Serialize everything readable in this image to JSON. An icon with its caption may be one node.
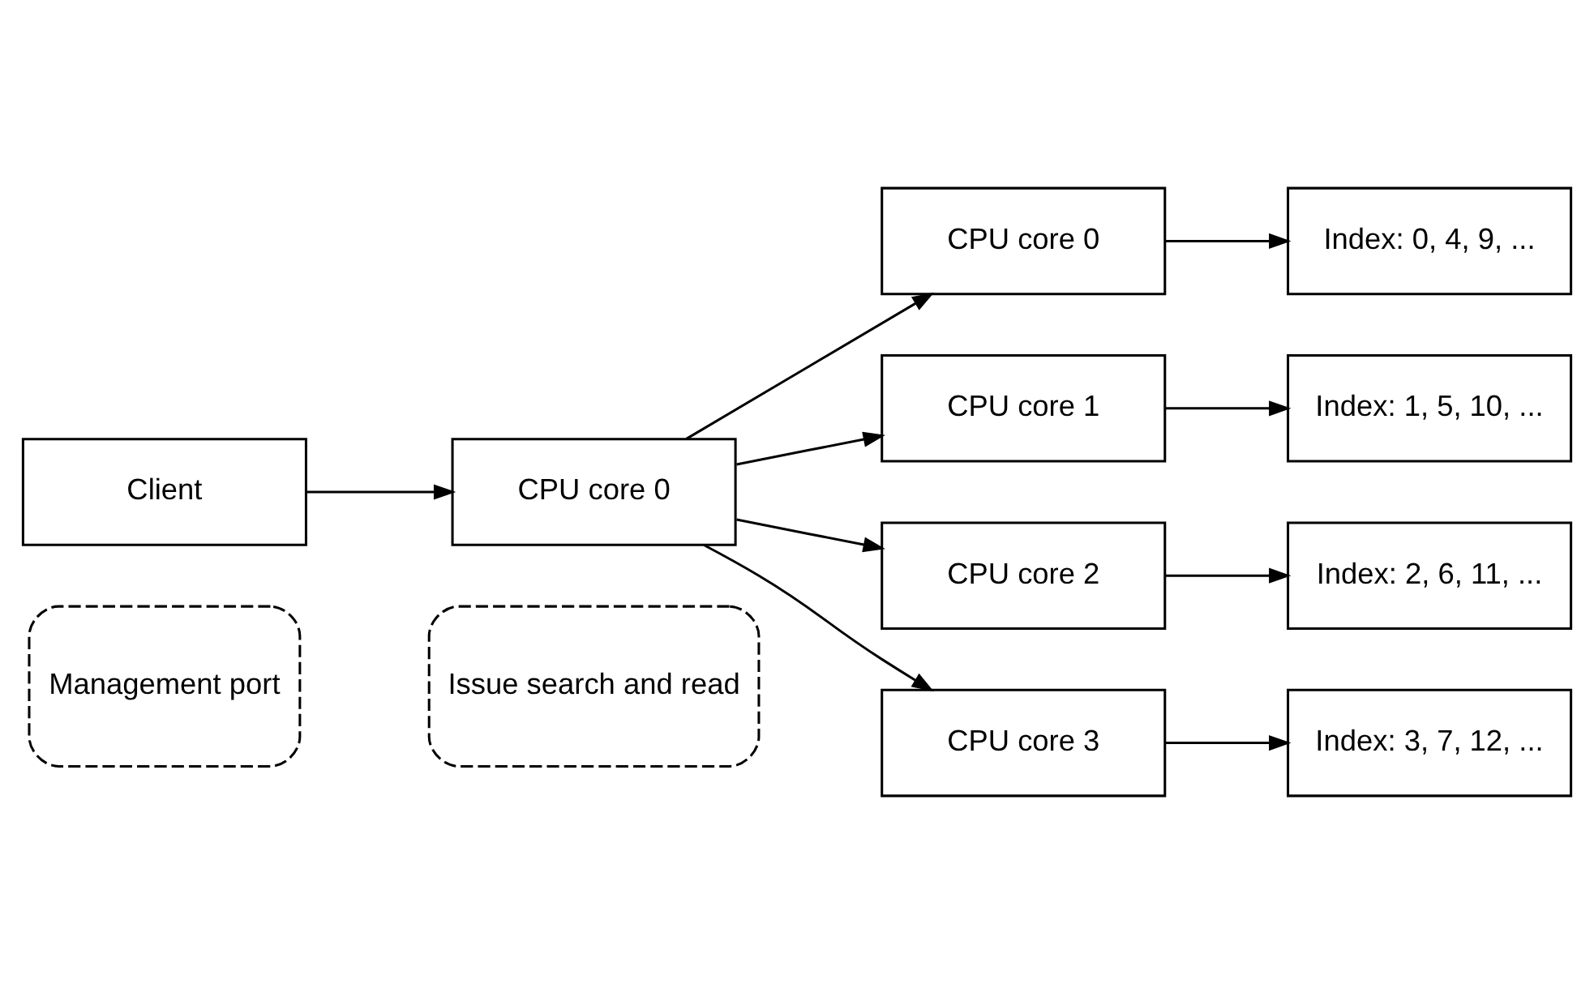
{
  "diagram": {
    "nodes": [
      {
        "text": [
          "Management port"
        ]
      },
      {
        "text": [
          "Issue search and read"
        ]
      },
      {
        "text": [
          "Client"
        ]
      },
      {
        "text": [
          "CPU core 0"
        ]
      },
      {
        "text": [
          "CPU core 0"
        ]
      },
      {
        "text": [
          "CPU core 1"
        ]
      },
      {
        "text": [
          "CPU core 2"
        ]
      },
      {
        "text": [
          "CPU core 3"
        ]
      },
      {
        "text": [
          "Index: 0, 4, 9, ..."
        ]
      },
      {
        "text": [
          "Index: 1, 5, 10, ..."
        ]
      },
      {
        "text": [
          "Index: 2, 6, 11, ..."
        ]
      },
      {
        "text": [
          "Index: 3, 7, 12, ..."
        ]
      }
    ],
    "edges": [
      {
        "from": 2,
        "to": 3,
        "arrow": "to"
      },
      {
        "from": 3,
        "to": 4,
        "arrow": "to"
      },
      {
        "from": 3,
        "to": 5,
        "arrow": "to"
      },
      {
        "from": 3,
        "to": 6,
        "arrow": "to"
      },
      {
        "from": 3,
        "to": 7,
        "arrow": "to"
      },
      {
        "from": 4,
        "to": 8,
        "arrow": "to"
      },
      {
        "from": 5,
        "to": 9,
        "arrow": "to"
      },
      {
        "from": 6,
        "to": 10,
        "arrow": "to"
      },
      {
        "from": 7,
        "to": 11,
        "arrow": "to"
      }
    ]
  }
}
